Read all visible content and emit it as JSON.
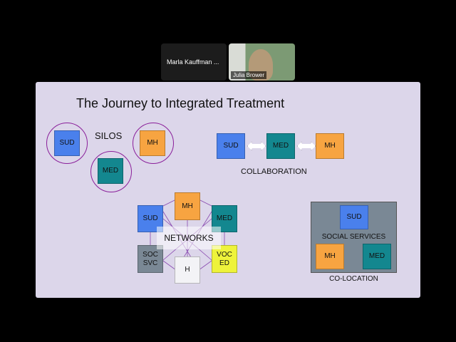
{
  "participants": [
    {
      "name": "Marla Kauffman ..."
    },
    {
      "name": "Julia Brower"
    }
  ],
  "slide": {
    "title": "The Journey to Integrated Treatment",
    "silos": {
      "label": "SILOS",
      "boxes": [
        "SUD",
        "MH",
        "MED"
      ]
    },
    "collaboration": {
      "label": "COLLABORATION",
      "boxes": [
        "SUD",
        "MED",
        "MH"
      ]
    },
    "networks": {
      "label": "NETWORKS",
      "boxes": {
        "mh": "MH",
        "sud": "SUD",
        "med": "MED",
        "soc": "SOC SVC",
        "voc": "VOC ED",
        "h": "H"
      }
    },
    "colocation": {
      "label": "CO-LOCATION",
      "inner_label": "SOCIAL SERVICES",
      "boxes": [
        "SUD",
        "MH",
        "MED"
      ]
    }
  },
  "colors": {
    "sud": "#4a80ec",
    "mh": "#f7a441",
    "med": "#13878f",
    "soc": "#7a8895",
    "voc": "#eef33b",
    "circle": "#8a1e9a"
  }
}
